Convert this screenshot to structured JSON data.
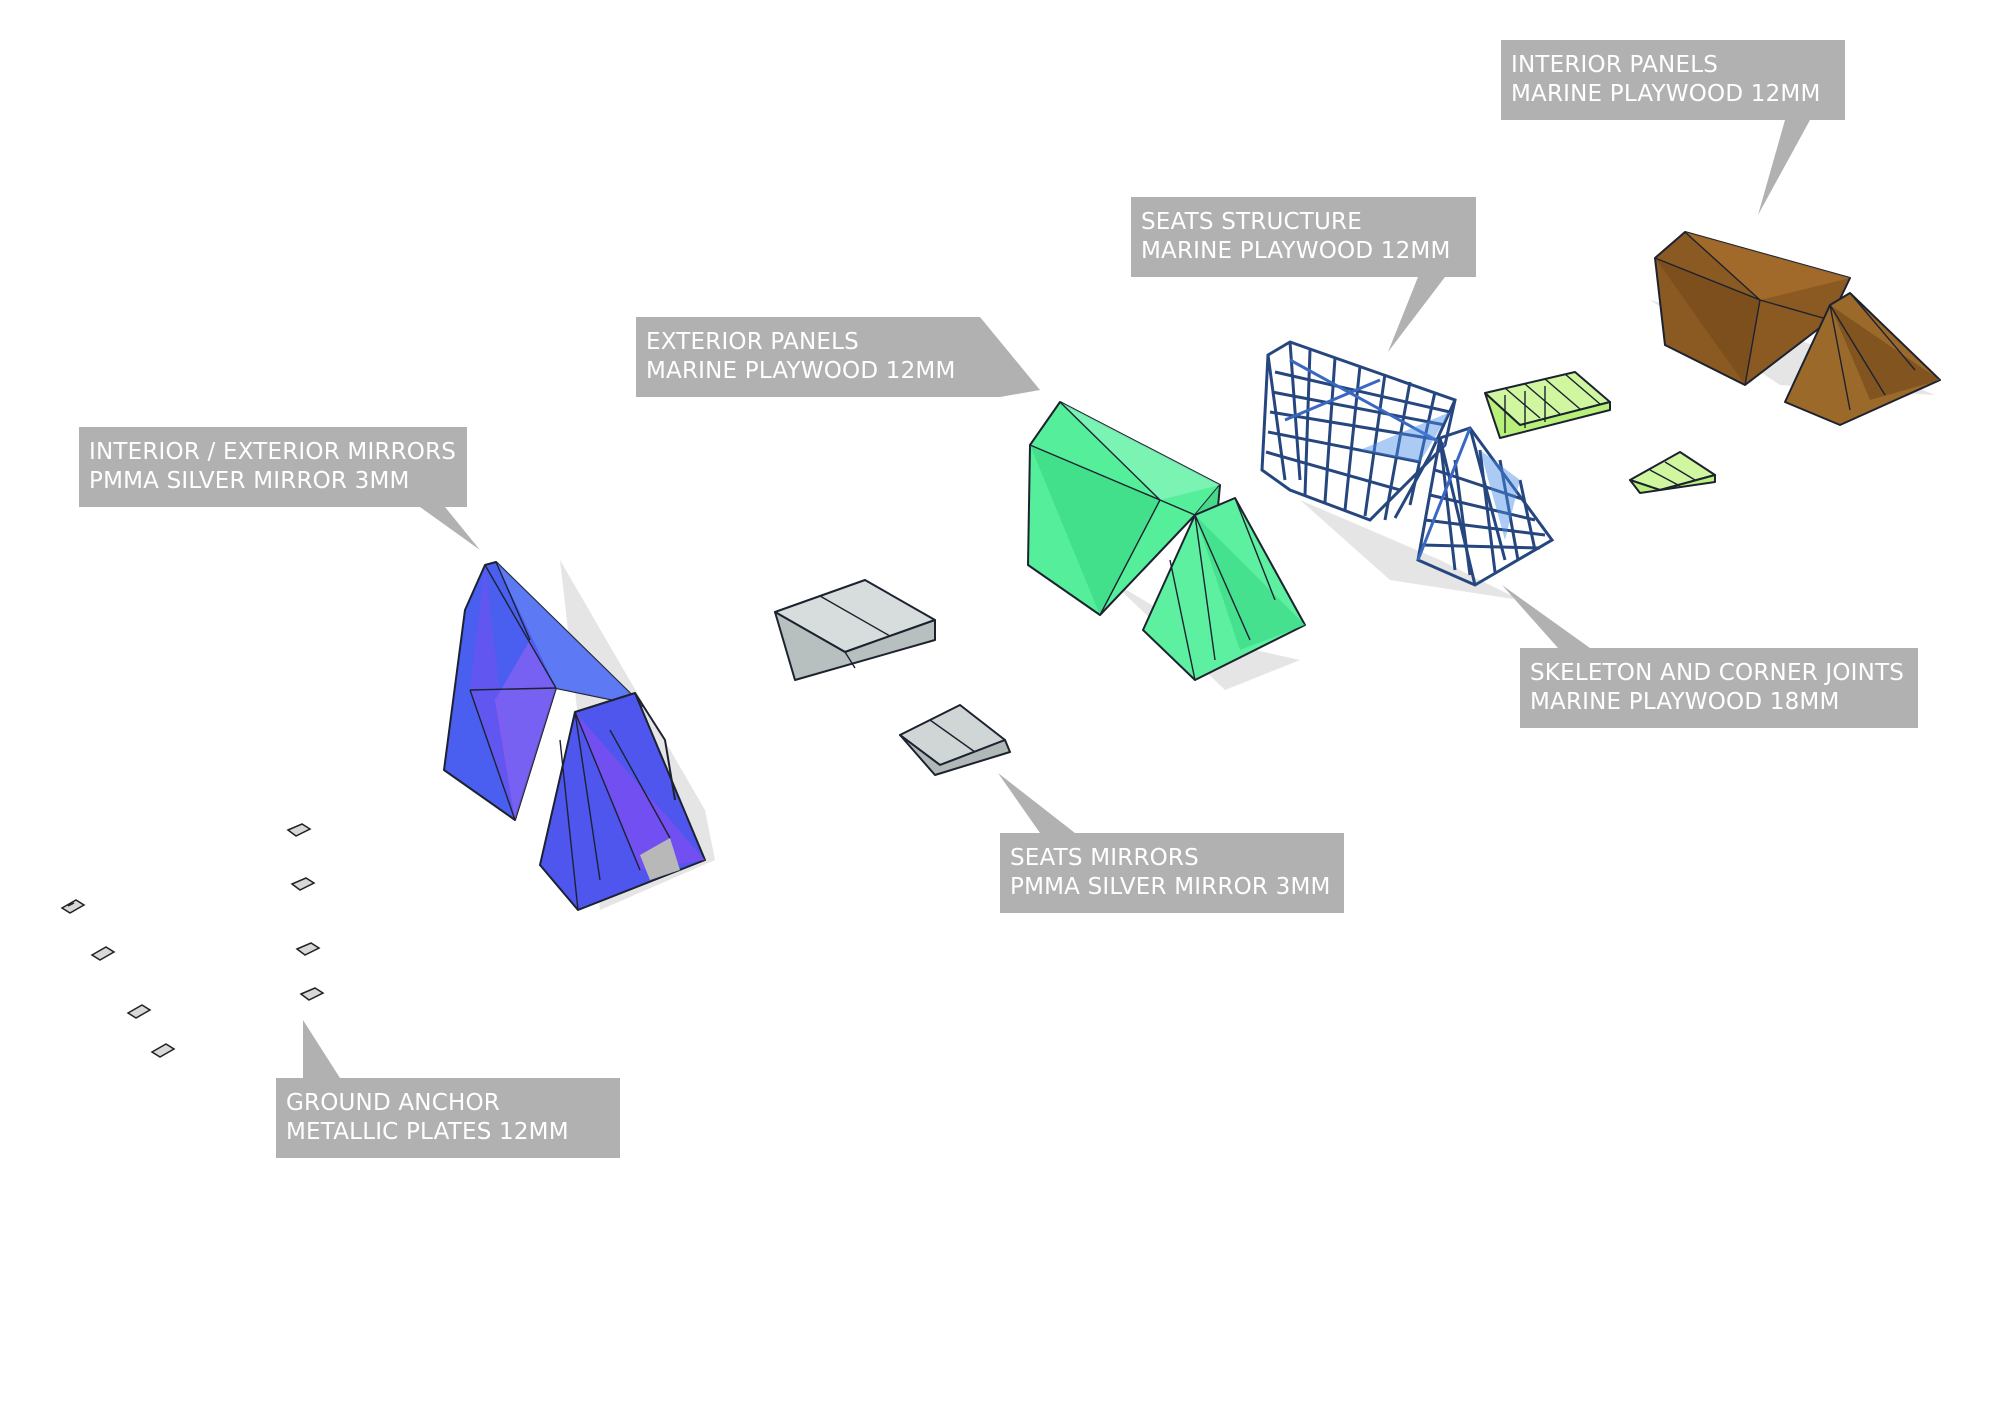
{
  "colors": {
    "callout": "#b1b1b1",
    "mirror_blue": "#4a5ff0",
    "mirror_violet": "#7a4ef0",
    "exterior_green": "#55ee9a",
    "skeleton_blue": "#2a4f9c",
    "interior_brown": "#8b5a22",
    "seat_green": "#b8f07a",
    "seat_mirror_grey": "#c9cfcf"
  },
  "callouts": {
    "interior_panels": {
      "line1": "INTERIOR PANELS",
      "line2": "MARINE PLAYWOOD 12MM"
    },
    "seats_structure": {
      "line1": "SEATS STRUCTURE",
      "line2": "MARINE PLAYWOOD 12MM"
    },
    "exterior_panels": {
      "line1": "EXTERIOR PANELS",
      "line2": "MARINE PLAYWOOD 12MM"
    },
    "mirrors": {
      "line1": "INTERIOR / EXTERIOR MIRRORS",
      "line2": "PMMA SILVER MIRROR 3MM"
    },
    "skeleton": {
      "line1": "SKELETON AND CORNER JOINTS",
      "line2": "MARINE PLAYWOOD 18MM"
    },
    "seats_mirrors": {
      "line1": "SEATS MIRRORS",
      "line2": "PMMA SILVER MIRROR 3MM"
    },
    "ground_anchor": {
      "line1": "GROUND ANCHOR",
      "line2": "METALLIC PLATES 12MM"
    }
  }
}
